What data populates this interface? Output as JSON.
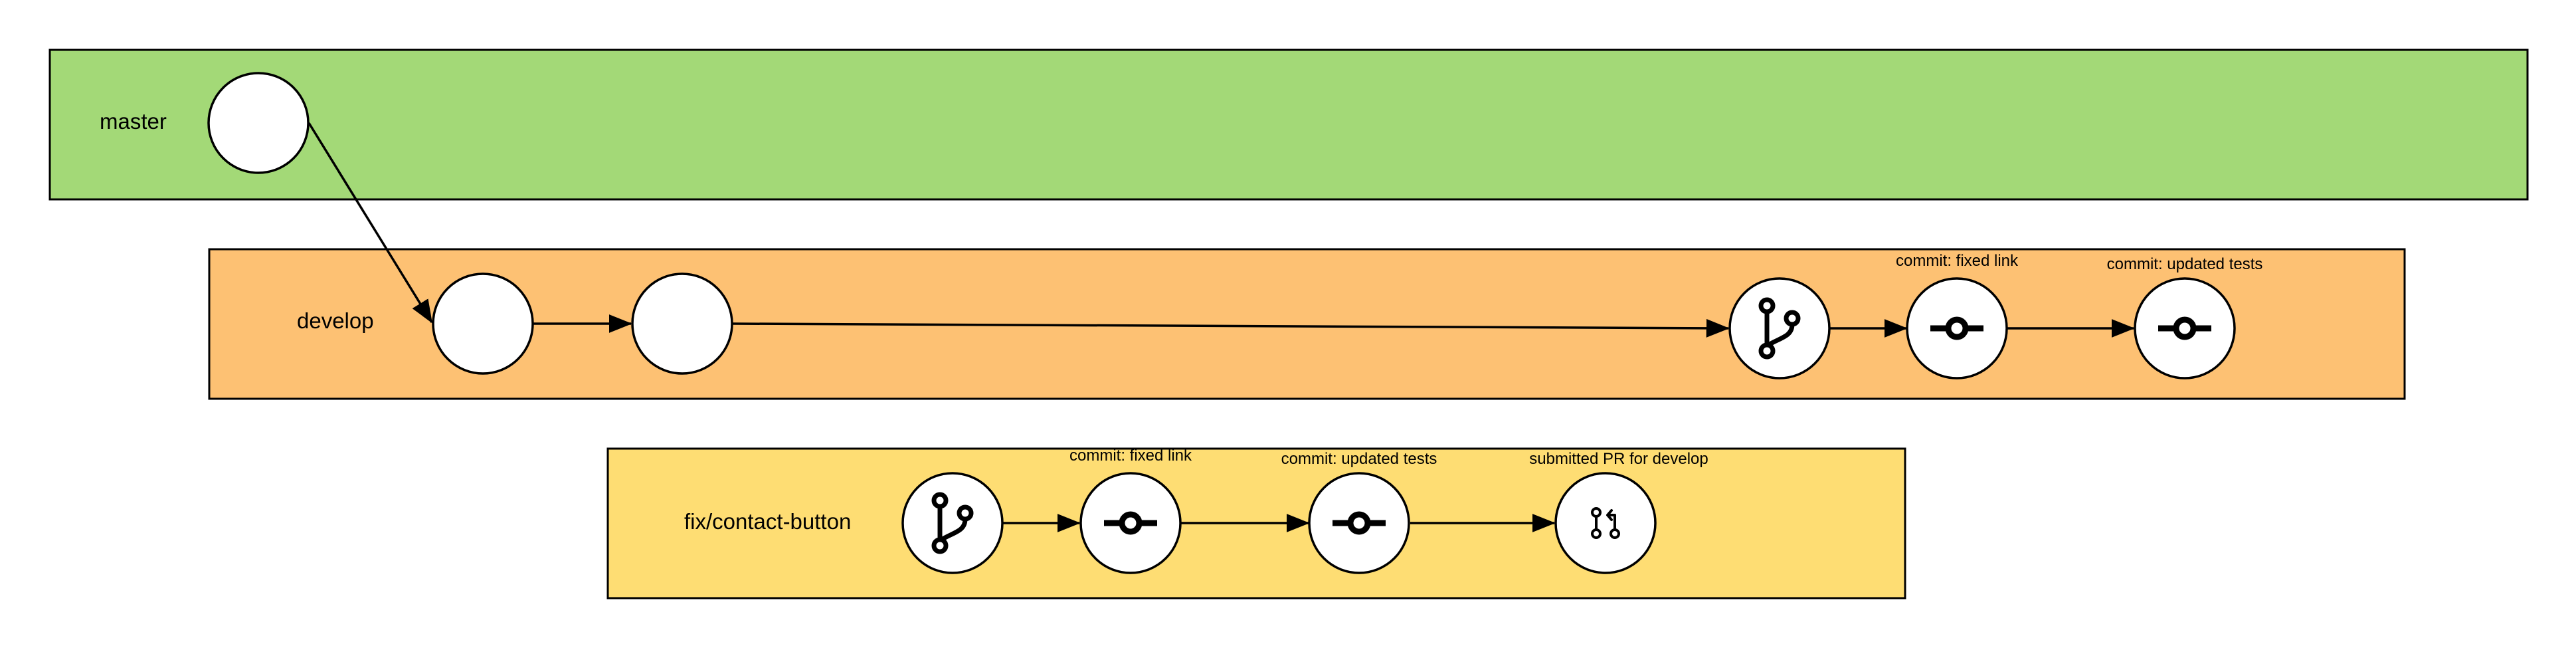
{
  "lanes": [
    {
      "id": "master",
      "label": "master",
      "color": "#a3d977"
    },
    {
      "id": "develop",
      "label": "develop",
      "color": "#fdc173"
    },
    {
      "id": "fix",
      "label": "fix/contact-button",
      "color": "#fedd73"
    }
  ],
  "nodes": [
    {
      "id": "m1",
      "lane": "master",
      "icon": "none",
      "label": ""
    },
    {
      "id": "d1",
      "lane": "develop",
      "icon": "none",
      "label": ""
    },
    {
      "id": "d2",
      "lane": "develop",
      "icon": "none",
      "label": ""
    },
    {
      "id": "d3",
      "lane": "develop",
      "icon": "git-merge-icon",
      "label": ""
    },
    {
      "id": "d4",
      "lane": "develop",
      "icon": "git-commit-icon",
      "label": "commit: fixed link"
    },
    {
      "id": "d5",
      "lane": "develop",
      "icon": "git-commit-icon",
      "label": "commit: updated tests"
    },
    {
      "id": "f1",
      "lane": "fix",
      "icon": "git-merge-icon",
      "label": ""
    },
    {
      "id": "f2",
      "lane": "fix",
      "icon": "git-commit-icon",
      "label": "commit: fixed link"
    },
    {
      "id": "f3",
      "lane": "fix",
      "icon": "git-commit-icon",
      "label": "commit: updated tests"
    },
    {
      "id": "f4",
      "lane": "fix",
      "icon": "git-pull-request-icon",
      "label": "submitted PR for develop"
    }
  ],
  "edges": [
    {
      "from": "m1",
      "to": "d1"
    },
    {
      "from": "d1",
      "to": "d2"
    },
    {
      "from": "d2",
      "to": "d3"
    },
    {
      "from": "d3",
      "to": "d4"
    },
    {
      "from": "d4",
      "to": "d5"
    },
    {
      "from": "f1",
      "to": "f2"
    },
    {
      "from": "f2",
      "to": "f3"
    },
    {
      "from": "f3",
      "to": "f4"
    }
  ]
}
